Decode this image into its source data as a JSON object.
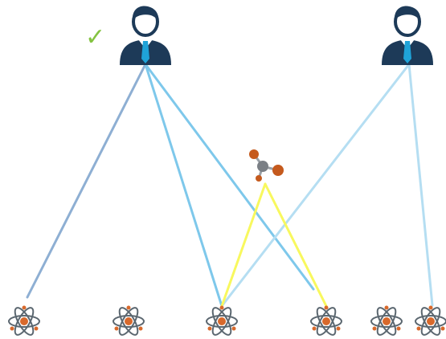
{
  "check_mark": "✓",
  "colors": {
    "person": "#1d3a58",
    "tie": "#1fa3d8",
    "check": "#84c341",
    "link_left": "#8eafd3",
    "link_primary": "#7ec8eb",
    "link_secondary": "#b5def2",
    "link_molecule": "#f8f85e",
    "atom_orbit": "#5b6770",
    "atom_nucleus": "#d8692c",
    "molecule_center": "#7a7f85",
    "molecule_atom": "#c55a1d"
  },
  "nodes": {
    "persons": [
      {
        "id": "person-1",
        "icon": "businessman-icon",
        "selected": true
      },
      {
        "id": "person-2",
        "icon": "businessman-icon",
        "selected": false
      }
    ],
    "molecule": {
      "id": "molecule-1",
      "icon": "molecule-icon"
    },
    "atoms": [
      {
        "id": "atom-1",
        "icon": "atom-icon"
      },
      {
        "id": "atom-2",
        "icon": "atom-icon"
      },
      {
        "id": "atom-3",
        "icon": "atom-icon"
      },
      {
        "id": "atom-4",
        "icon": "atom-icon"
      },
      {
        "id": "atom-5",
        "icon": "atom-icon"
      },
      {
        "id": "atom-6",
        "icon": "atom-icon"
      }
    ]
  },
  "links": [
    {
      "from": "person-1",
      "to": "atom-1",
      "style": "link_left"
    },
    {
      "from": "person-1",
      "to": "atom-3",
      "style": "link_primary"
    },
    {
      "from": "person-1",
      "to": "atom-4",
      "style": "link_primary"
    },
    {
      "from": "person-2",
      "to": "atom-3",
      "style": "link_secondary"
    },
    {
      "from": "person-2",
      "to": "atom-6",
      "style": "link_secondary"
    },
    {
      "from": "molecule-1",
      "to": "atom-3",
      "style": "link_molecule"
    },
    {
      "from": "molecule-1",
      "to": "atom-4",
      "style": "link_molecule"
    }
  ]
}
